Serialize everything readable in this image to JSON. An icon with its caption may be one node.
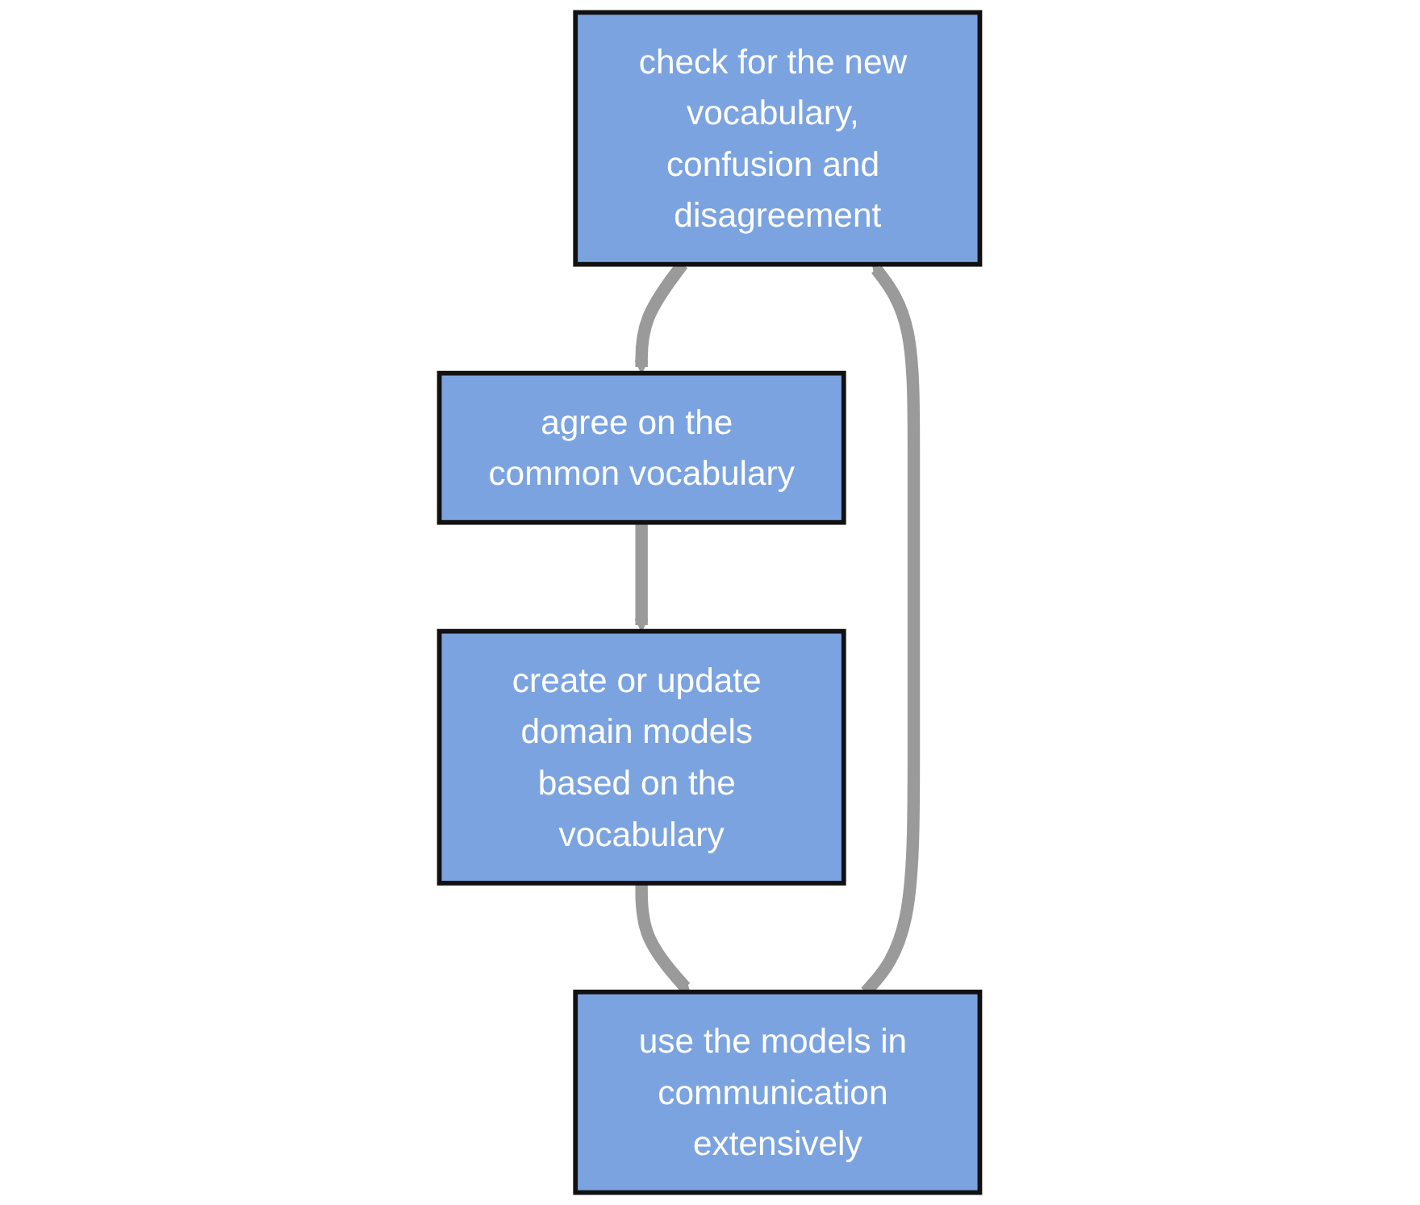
{
  "diagram": {
    "nodes": [
      {
        "text": [
          "check for the new vocabulary, confusion and disagreement"
        ]
      },
      {
        "text": [
          "agree on the common vocabulary"
        ]
      },
      {
        "text": [
          "create or update domain models based on the vocabulary"
        ]
      },
      {
        "text": [
          "use the models in communication extensively"
        ]
      }
    ],
    "edges": [
      {
        "from": 0,
        "to": 1,
        "arrow": "to"
      },
      {
        "from": 1,
        "to": 2,
        "arrow": "to"
      },
      {
        "from": 2,
        "to": 3,
        "arrow": "to"
      },
      {
        "from": 3,
        "to": 0,
        "arrow": "to"
      }
    ]
  }
}
